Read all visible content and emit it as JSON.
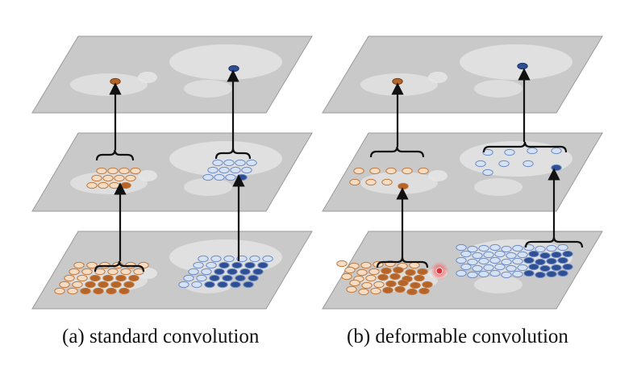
{
  "captions": {
    "standard": "(a) standard convolution",
    "deformable": "(b) deformable convolution"
  },
  "panels": [
    {
      "id": "standard-convolution",
      "sampling": "regular-grid",
      "layers": 3
    },
    {
      "id": "deformable-convolution",
      "sampling": "deformed-offsets",
      "layers": 3
    }
  ],
  "colors": {
    "plane": "#c9c9c9",
    "plane_edge": "#9a9a9a",
    "orange_light": "#f6dcc3",
    "orange_dark": "#b5652a",
    "blue_light": "#d5e2f3",
    "blue_dark": "#2e4f94",
    "arrow": "#111111",
    "highlight": "#e0303a"
  }
}
